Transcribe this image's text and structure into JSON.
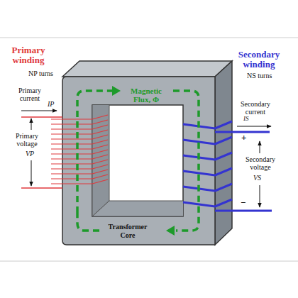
{
  "diagram": {
    "nodes": [
      {
        "text": [
          "Transformer Core"
        ]
      }
    ],
    "labels": [
      "Primary winding",
      "NP turns",
      "Primary current",
      "IP",
      "Primary voltage",
      "VP",
      "Magnetic Flux, Φ",
      "Secondary winding",
      "NS turns",
      "Secondary current",
      "IS",
      "+",
      "Secondary voltage",
      "VS",
      "−"
    ]
  }
}
